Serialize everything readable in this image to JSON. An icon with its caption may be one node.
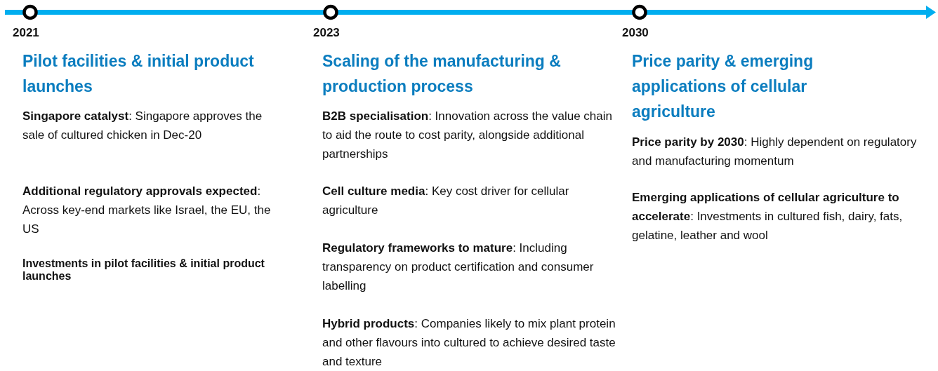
{
  "diagram": {
    "labels": [
      "2021",
      "Pilot facilities & initial product launches",
      "**Singapore catalyst**: Singapore approves the sale of cultured chicken in Dec-20",
      "**Additional regulatory approvals expected**: Across key-end markets like Israel, the EU, the US",
      "Investments in pilot facilities & initial product launches",
      "2023",
      "Scaling of the manufacturing & production process",
      "**B2B specialisation**: Innovation across the value chain to aid the route to cost parity, alongside additional partnerships",
      "**Cell culture media**: Key cost driver for cellular agriculture",
      "**Regulatory frameworks to mature**: Including transparency on product certification and consumer labelling",
      "**Hybrid products**: Companies likely to mix plant protein and other flavours into cultured to achieve desired taste and texture",
      "2030",
      "Price parity & emerging applications of cellular agriculture",
      "**Emerging applications of cellular agriculture to accelerate**: Investments in cultured fish, dairy, fats, gelatine, leather and wool",
      "**Price parity by 2030**: Highly dependent on regulatory and manufacturing momentum"
    ]
  }
}
